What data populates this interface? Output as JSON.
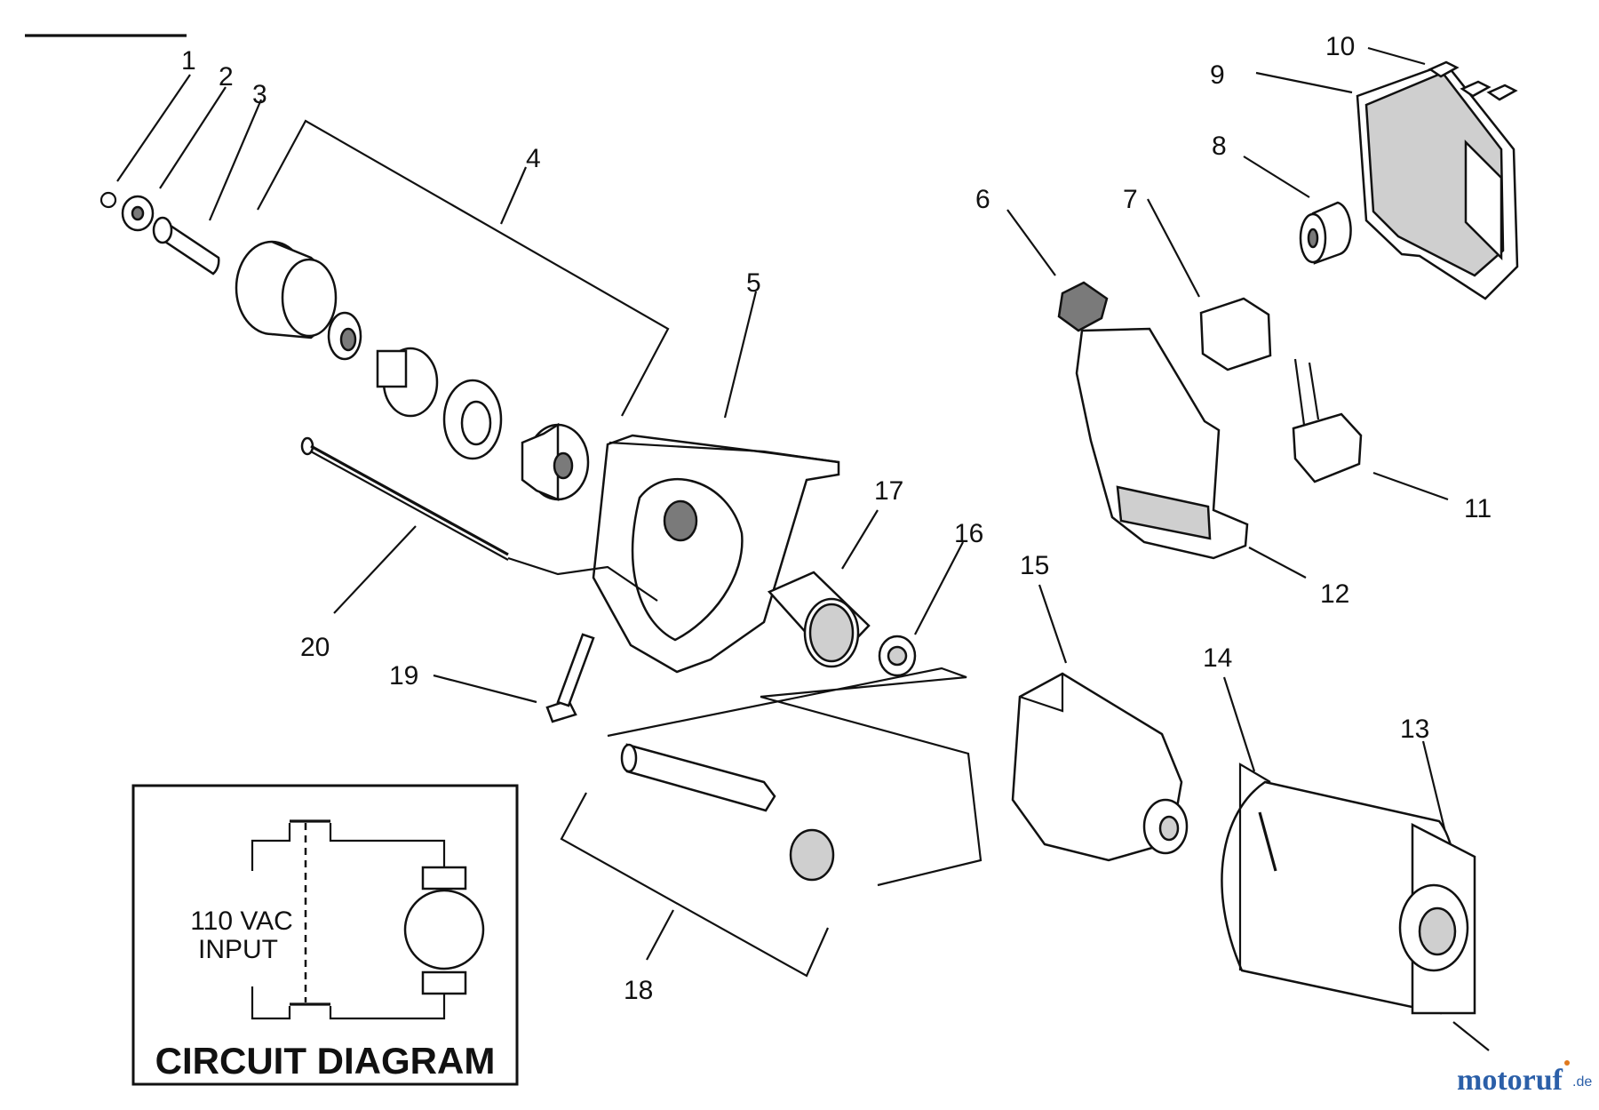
{
  "callouts": [
    {
      "id": "1",
      "label": "1"
    },
    {
      "id": "2",
      "label": "2"
    },
    {
      "id": "3",
      "label": "3"
    },
    {
      "id": "4",
      "label": "4"
    },
    {
      "id": "5",
      "label": "5"
    },
    {
      "id": "6",
      "label": "6"
    },
    {
      "id": "7",
      "label": "7"
    },
    {
      "id": "8",
      "label": "8"
    },
    {
      "id": "9",
      "label": "9"
    },
    {
      "id": "10",
      "label": "10"
    },
    {
      "id": "11",
      "label": "11"
    },
    {
      "id": "12",
      "label": "12"
    },
    {
      "id": "13",
      "label": "13"
    },
    {
      "id": "14",
      "label": "14"
    },
    {
      "id": "15",
      "label": "15"
    },
    {
      "id": "16",
      "label": "16"
    },
    {
      "id": "17",
      "label": "17"
    },
    {
      "id": "18",
      "label": "18"
    },
    {
      "id": "19",
      "label": "19"
    },
    {
      "id": "20",
      "label": "20"
    }
  ],
  "circuit": {
    "title": "CIRCUIT DIAGRAM",
    "input_line1": "110 VAC",
    "input_line2": "INPUT"
  },
  "watermark": {
    "brand": "motoruf",
    "suffix": ".de"
  },
  "colors": {
    "line": "#111111",
    "watermark_blue": "#2b5fa8",
    "watermark_orange": "#e07a1f"
  }
}
